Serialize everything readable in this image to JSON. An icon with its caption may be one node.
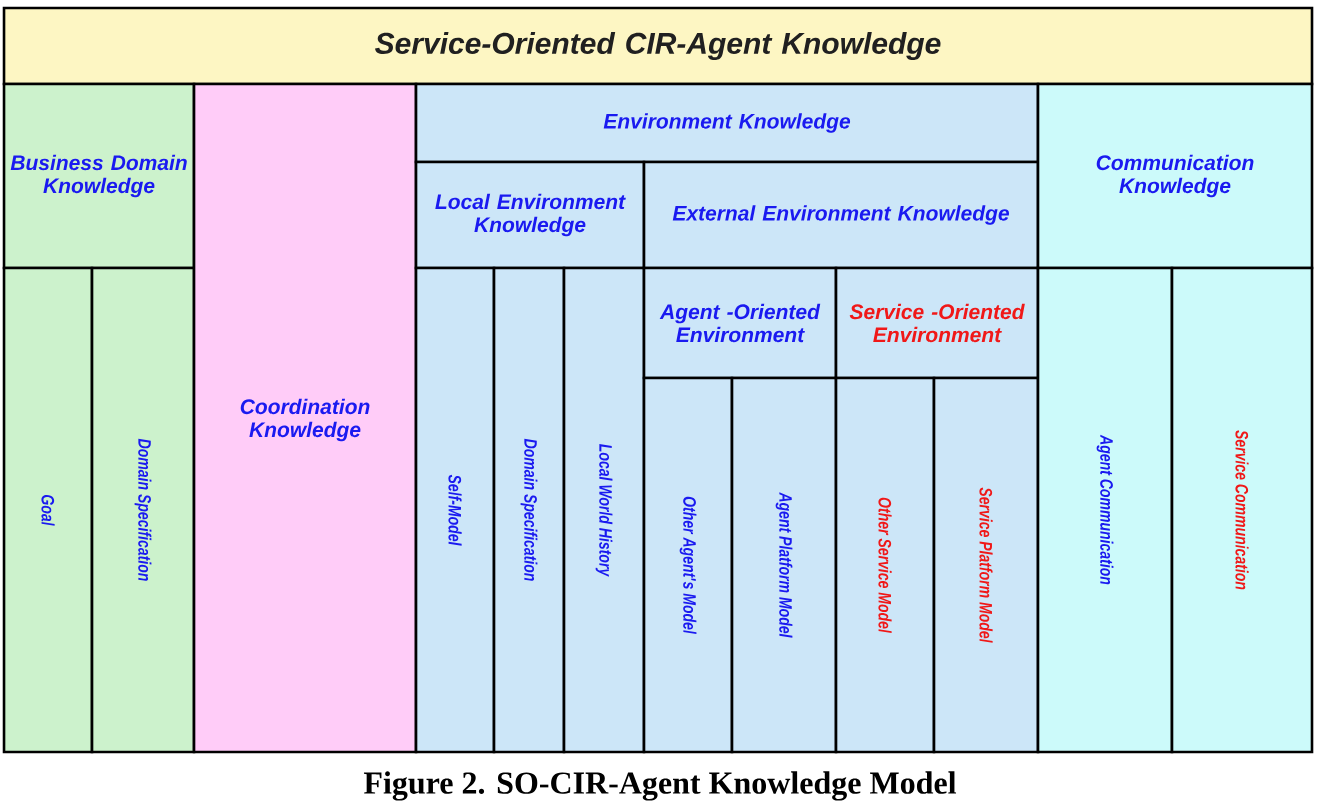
{
  "diagram": {
    "caption": "Figure 2. SO-CIR-Agent Knowledge Model",
    "nodes": [
      {
        "text": [
          "Service-Oriented CIR-Agent Knowledge"
        ]
      },
      {
        "text": [
          "Business Domain Knowledge"
        ]
      },
      {
        "text": [
          "Goal"
        ]
      },
      {
        "text": [
          "Domain Specification"
        ]
      },
      {
        "text": [
          "Coordination Knowledge"
        ]
      },
      {
        "text": [
          "Environment Knowledge"
        ]
      },
      {
        "text": [
          "Local Environment Knowledge"
        ]
      },
      {
        "text": [
          "Self-Model"
        ]
      },
      {
        "text": [
          "Domain Specification"
        ]
      },
      {
        "text": [
          "Local World History"
        ]
      },
      {
        "text": [
          "External Environment Knowledge"
        ]
      },
      {
        "text": [
          "Agent -Oriented Environment"
        ]
      },
      {
        "text": [
          "Other Agent's Model"
        ]
      },
      {
        "text": [
          "Agent Platform Model"
        ]
      },
      {
        "text": [
          "Service -Oriented Environment"
        ]
      },
      {
        "text": [
          "Other Service Model"
        ]
      },
      {
        "text": [
          "Service Platform Model"
        ]
      },
      {
        "text": [
          "Communication Knowledge"
        ]
      },
      {
        "text": [
          "Agent Communication"
        ]
      },
      {
        "text": [
          "Service Communication"
        ]
      }
    ]
  }
}
